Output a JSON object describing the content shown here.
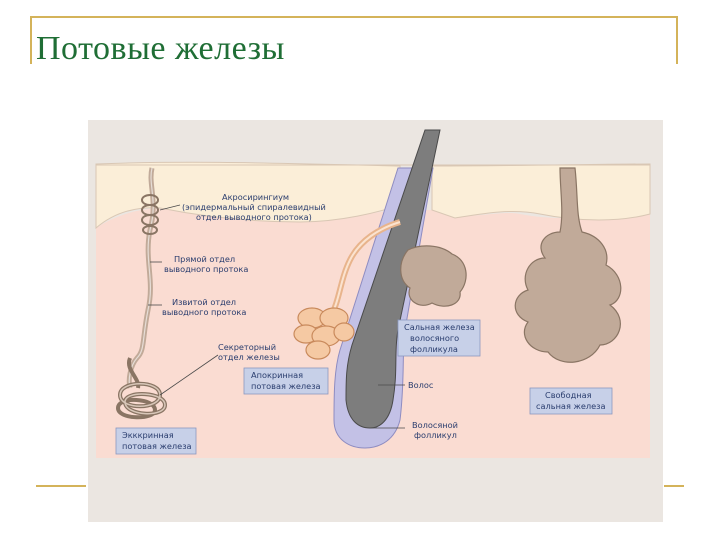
{
  "slide": {
    "title": "Потовые железы"
  },
  "labels": {
    "acrosyringium": [
      "Акросирингиум",
      "(эпидермальный спиралевидный",
      "отдел выводного протока)"
    ],
    "straight_duct": [
      "Прямой отдел",
      "выводного протока"
    ],
    "coiled_duct": [
      "Извитой отдел",
      "выводного протока"
    ],
    "secretory": [
      "Секреторный",
      "отдел железы"
    ],
    "hair": [
      "Волос"
    ],
    "hair_follicle": [
      "Волосяной",
      "фолликул"
    ]
  },
  "boxes": {
    "eccrine": [
      "Экккринная",
      "потовая железа"
    ],
    "apocrine": [
      "Апокринная",
      "потовая железа"
    ],
    "sebaceous_follicular": [
      "Сальная железа",
      "волосяного",
      "фолликула"
    ],
    "free_sebaceous": [
      "Свободная",
      "сальная железа"
    ]
  },
  "colors": {
    "title": "#1f6e35",
    "frame": "#d4b35a",
    "panel": "#ebe6e1",
    "epidermis": "#fbeed8",
    "dermis": "#fadcd2",
    "gland": "#c1aa99",
    "apocrine": "#f5c9a3",
    "box": "#c7d0e8",
    "follicle": "#c3c1e6",
    "hair": "#7d7d7d"
  }
}
